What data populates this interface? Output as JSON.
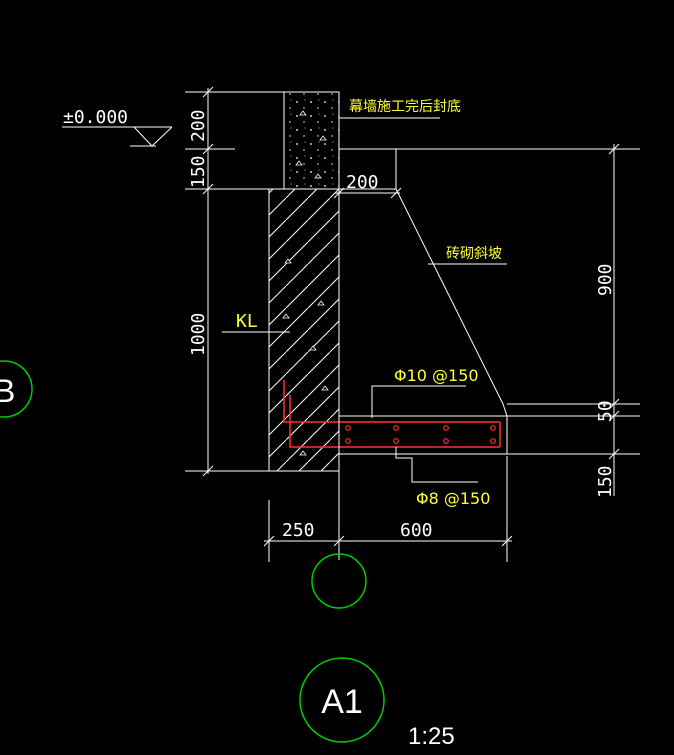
{
  "elevation_label": "±0.000",
  "grid_bubble_label": "B",
  "notes": {
    "curtain_wall": "幕墙施工完后封底",
    "brick_slope": "砖砌斜坡",
    "beam": "KL",
    "top_rebar": "Φ10 @150",
    "bottom_rebar": "Φ8 @150"
  },
  "dimensions": {
    "left_200": "200",
    "left_150": "150",
    "left_1000": "1000",
    "top_200": "200",
    "right_900": "900",
    "right_50": "50",
    "right_150": "150",
    "bottom_250": "250",
    "bottom_600": "600"
  },
  "title": {
    "detail_id": "A1",
    "scale": "1:25"
  },
  "colors": {
    "background": "#000000",
    "line": "#ffffff",
    "note": "#ffff33",
    "rebar": "#ff3030",
    "grid_bubble": "#00cc00"
  }
}
